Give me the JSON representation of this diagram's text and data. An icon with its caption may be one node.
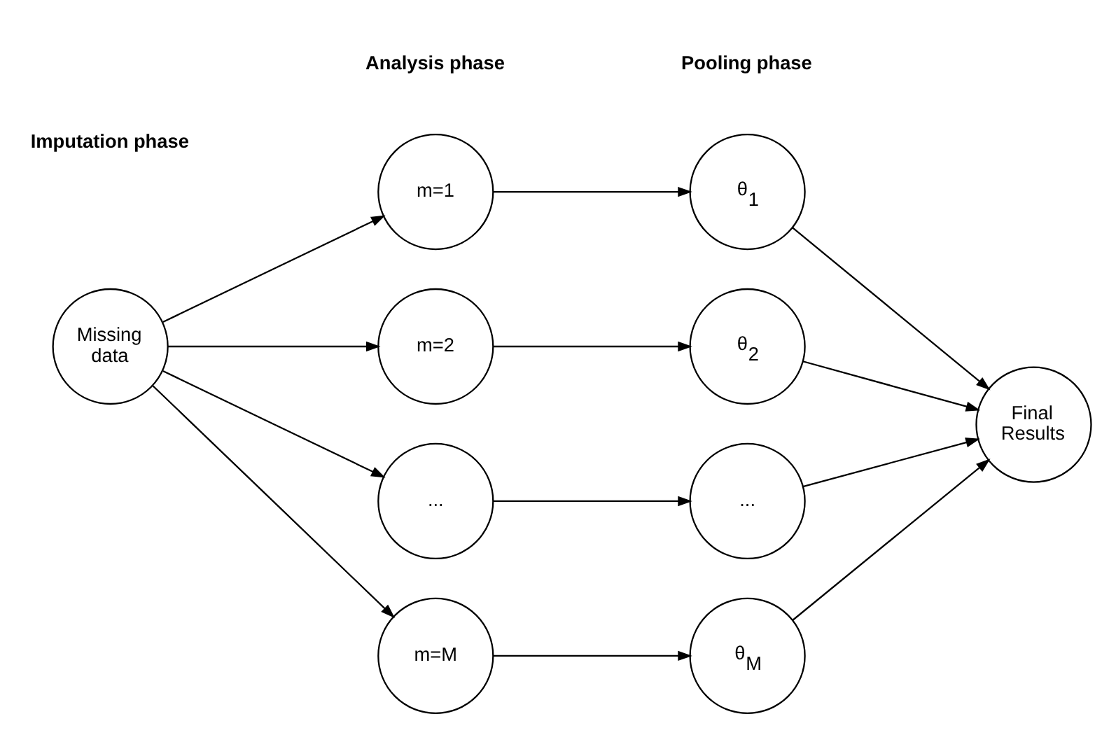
{
  "diagram": {
    "nodes": [
      {
        "text": [
          "Missing data"
        ]
      },
      {
        "text": [
          "m=1"
        ]
      },
      {
        "text": [
          "m=2"
        ]
      },
      {
        "text": [
          "..."
        ]
      },
      {
        "text": [
          "m=M"
        ]
      },
      {
        "text": [
          "θ$_{1}$"
        ]
      },
      {
        "text": [
          "θ$_{2}$"
        ]
      },
      {
        "text": [
          "..."
        ]
      },
      {
        "text": [
          "θ$_{M}$"
        ]
      },
      {
        "text": [
          "Final Results"
        ]
      }
    ],
    "edges": [
      {
        "from": 0,
        "to": 1,
        "arrow": "to"
      },
      {
        "from": 0,
        "to": 2,
        "arrow": "to"
      },
      {
        "from": 0,
        "to": 3,
        "arrow": "to"
      },
      {
        "from": 0,
        "to": 4,
        "arrow": "to"
      },
      {
        "from": 1,
        "to": 5,
        "arrow": "to"
      },
      {
        "from": 2,
        "to": 6,
        "arrow": "to"
      },
      {
        "from": 3,
        "to": 7,
        "arrow": "to"
      },
      {
        "from": 4,
        "to": 8,
        "arrow": "to"
      },
      {
        "from": 5,
        "to": 9,
        "arrow": "to"
      },
      {
        "from": 6,
        "to": 9,
        "arrow": "to"
      },
      {
        "from": 7,
        "to": 9,
        "arrow": "to"
      },
      {
        "from": 8,
        "to": 9,
        "arrow": "to"
      }
    ],
    "labels": [
      "Imputation phase",
      "Analysis phase",
      "Pooling phase"
    ]
  }
}
